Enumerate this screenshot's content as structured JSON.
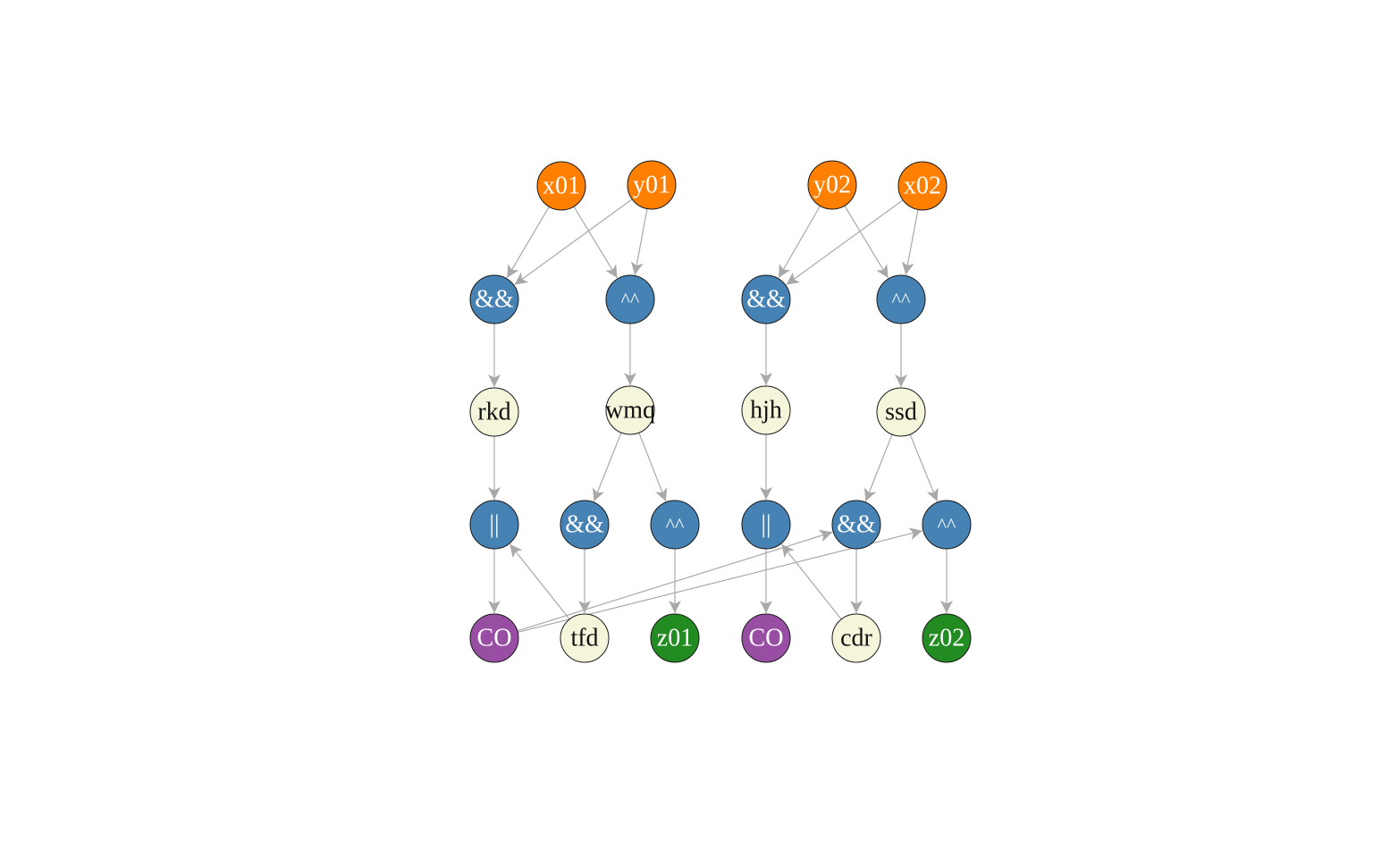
{
  "colors": {
    "input": "#ff7f00",
    "gate": "#4682b4",
    "wire": "#f5f5dc",
    "carry": "#984ea3",
    "output": "#228b22",
    "edge": "#a9a9a9",
    "label_light": "#ffffff",
    "label_dark": "#111111"
  },
  "nodes": [
    {
      "id": "x01",
      "label": "x01",
      "kind": "input"
    },
    {
      "id": "y01",
      "label": "y01",
      "kind": "input"
    },
    {
      "id": "y02",
      "label": "y02",
      "kind": "input"
    },
    {
      "id": "x02",
      "label": "x02",
      "kind": "input"
    },
    {
      "id": "and1",
      "label": "&&",
      "kind": "gate"
    },
    {
      "id": "xor1",
      "label": "^^",
      "kind": "gate"
    },
    {
      "id": "and2",
      "label": "&&",
      "kind": "gate"
    },
    {
      "id": "xor2",
      "label": "^^",
      "kind": "gate"
    },
    {
      "id": "rkd",
      "label": "rkd",
      "kind": "wire"
    },
    {
      "id": "wmq",
      "label": "wmq",
      "kind": "wire"
    },
    {
      "id": "hjh",
      "label": "hjh",
      "kind": "wire"
    },
    {
      "id": "ssd",
      "label": "ssd",
      "kind": "wire"
    },
    {
      "id": "or1",
      "label": "||",
      "kind": "gate"
    },
    {
      "id": "and3",
      "label": "&&",
      "kind": "gate"
    },
    {
      "id": "xor3",
      "label": "^^",
      "kind": "gate"
    },
    {
      "id": "or2",
      "label": "||",
      "kind": "gate"
    },
    {
      "id": "and4",
      "label": "&&",
      "kind": "gate"
    },
    {
      "id": "xor4",
      "label": "^^",
      "kind": "gate"
    },
    {
      "id": "co1",
      "label": "CO",
      "kind": "carry"
    },
    {
      "id": "tfd",
      "label": "tfd",
      "kind": "wire"
    },
    {
      "id": "z01",
      "label": "z01",
      "kind": "output"
    },
    {
      "id": "co2",
      "label": "CO",
      "kind": "carry"
    },
    {
      "id": "cdr",
      "label": "cdr",
      "kind": "wire"
    },
    {
      "id": "z02",
      "label": "z02",
      "kind": "output"
    }
  ],
  "edges": [
    [
      "x01",
      "and1"
    ],
    [
      "x01",
      "xor1"
    ],
    [
      "y01",
      "and1"
    ],
    [
      "y01",
      "xor1"
    ],
    [
      "y02",
      "and2"
    ],
    [
      "y02",
      "xor2"
    ],
    [
      "x02",
      "and2"
    ],
    [
      "x02",
      "xor2"
    ],
    [
      "and1",
      "rkd"
    ],
    [
      "xor1",
      "wmq"
    ],
    [
      "and2",
      "hjh"
    ],
    [
      "xor2",
      "ssd"
    ],
    [
      "rkd",
      "or1"
    ],
    [
      "wmq",
      "and3"
    ],
    [
      "wmq",
      "xor3"
    ],
    [
      "hjh",
      "or2"
    ],
    [
      "ssd",
      "and4"
    ],
    [
      "ssd",
      "xor4"
    ],
    [
      "or1",
      "co1"
    ],
    [
      "and3",
      "tfd"
    ],
    [
      "xor3",
      "z01"
    ],
    [
      "or2",
      "co2"
    ],
    [
      "and4",
      "cdr"
    ],
    [
      "xor4",
      "z02"
    ],
    [
      "tfd",
      "or1"
    ],
    [
      "cdr",
      "or2"
    ],
    [
      "co1",
      "and4"
    ],
    [
      "co1",
      "xor4"
    ]
  ]
}
